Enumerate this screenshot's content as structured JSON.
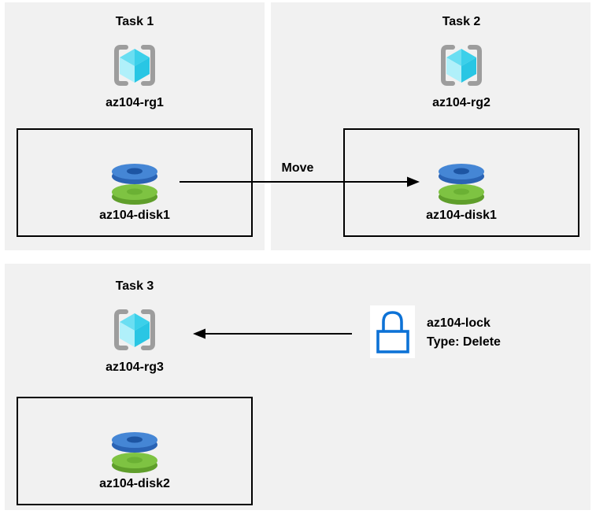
{
  "diagram": {
    "panels": [
      {
        "title": "Task 1",
        "resource_group": "az104-rg1",
        "disk": "az104-disk1"
      },
      {
        "title": "Task 2",
        "resource_group": "az104-rg2",
        "disk": "az104-disk1"
      },
      {
        "title": "Task 3",
        "resource_group": "az104-rg3",
        "disk": "az104-disk2"
      }
    ],
    "move_arrow": {
      "label": "Move"
    },
    "lock": {
      "name": "az104-lock",
      "type": "Type: Delete"
    },
    "icons": {
      "resource_group": "azure-resource-group-icon",
      "disk": "azure-managed-disk-icon",
      "lock": "azure-delete-lock-icon"
    },
    "colors": {
      "page_bg": "#ffffff",
      "panel_bg": "#f1f1f1",
      "box_border": "#000000",
      "text": "#000000",
      "arrow": "#000000",
      "bracket_gray": "#9d9d9d",
      "cube_top_left": "#6adef2",
      "cube_top_right": "#3bd0ea",
      "cube_face_left": "#b0f0fa",
      "cube_face_right": "#29c6e4",
      "disk_blue_top": "#4586d5",
      "disk_blue_side": "#2a63b4",
      "disk_blue_hole": "#1d55a3",
      "disk_green_top": "#7ec342",
      "disk_green_side": "#5f9e2b",
      "disk_green_hole": "#6bb134",
      "lock_blue": "#0d72d6",
      "lock_bg": "#ffffff"
    }
  }
}
